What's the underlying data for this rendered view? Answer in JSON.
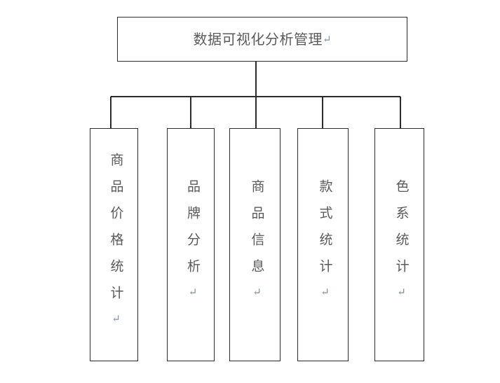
{
  "diagram": {
    "type": "organization-chart",
    "orientation": "top-down",
    "background_color": "#ffffff",
    "line_color": "#2b2b2b",
    "text_color": "#5a5a5a",
    "pilcrow_color": "#7f8fa6",
    "return_mark": "↵",
    "root": {
      "label": "数据可视化分析管理",
      "text_direction": "horizontal"
    },
    "children": [
      {
        "label": "商品价格统计",
        "text_direction": "vertical"
      },
      {
        "label": "品牌分析",
        "text_direction": "vertical"
      },
      {
        "label": "商品信息",
        "text_direction": "vertical"
      },
      {
        "label": "款式统计",
        "text_direction": "vertical"
      },
      {
        "label": "色系统计",
        "text_direction": "vertical"
      }
    ]
  }
}
